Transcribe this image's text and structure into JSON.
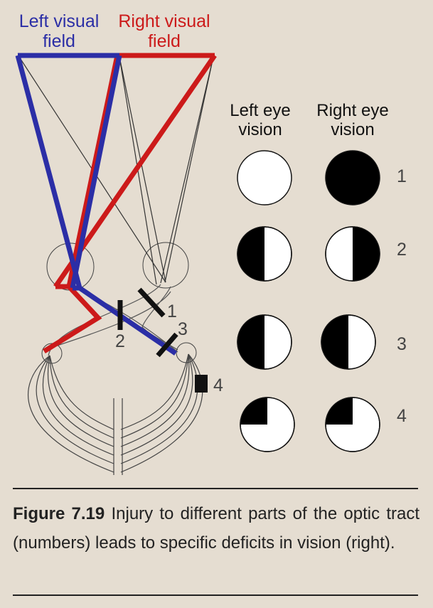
{
  "header": {
    "left_field": "Left visual field",
    "right_field": "Right visual field",
    "left_eye": "Left eye vision",
    "right_eye": "Right eye vision"
  },
  "colors": {
    "left": "#2b2ea6",
    "right": "#cc1a1a",
    "ink": "#111111",
    "background": "#e5ddd1"
  },
  "injury_labels": [
    "1",
    "2",
    "3",
    "4"
  ],
  "rows": [
    {
      "num": "1",
      "left_eye": "full field",
      "right_eye": "blind"
    },
    {
      "num": "2",
      "left_eye": "left half blind",
      "right_eye": "right half blind"
    },
    {
      "num": "3",
      "left_eye": "left half blind",
      "right_eye": "left half blind"
    },
    {
      "num": "4",
      "left_eye": "upper-left quadrant blind",
      "right_eye": "upper-left quadrant blind"
    }
  ],
  "caption": {
    "label": "Figure 7.19",
    "text": " Injury to different parts of the optic tract (numbers) leads to specific deficits in vision (right)."
  }
}
